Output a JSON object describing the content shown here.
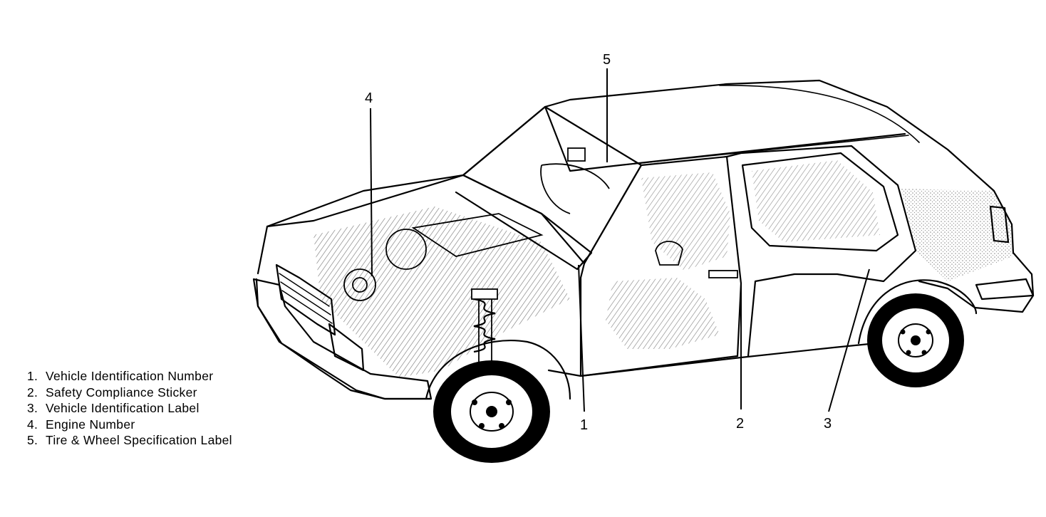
{
  "callouts": [
    {
      "number": "1",
      "name": "Vehicle Identification Number"
    },
    {
      "number": "2",
      "name": "Safety Compliance Sticker"
    },
    {
      "number": "3",
      "name": "Vehicle Identification Label"
    },
    {
      "number": "4",
      "name": "Engine Number"
    },
    {
      "number": "5",
      "name": "Tire & Wheel Specification Label"
    }
  ],
  "legend": [
    {
      "num": "1.",
      "text": "Vehicle Identification Number"
    },
    {
      "num": "2.",
      "text": "Safety Compliance Sticker"
    },
    {
      "num": "3.",
      "text": "Vehicle Identification Label"
    },
    {
      "num": "4.",
      "text": "Engine Number"
    },
    {
      "num": "5.",
      "text": "Tire & Wheel Specification Label"
    }
  ]
}
